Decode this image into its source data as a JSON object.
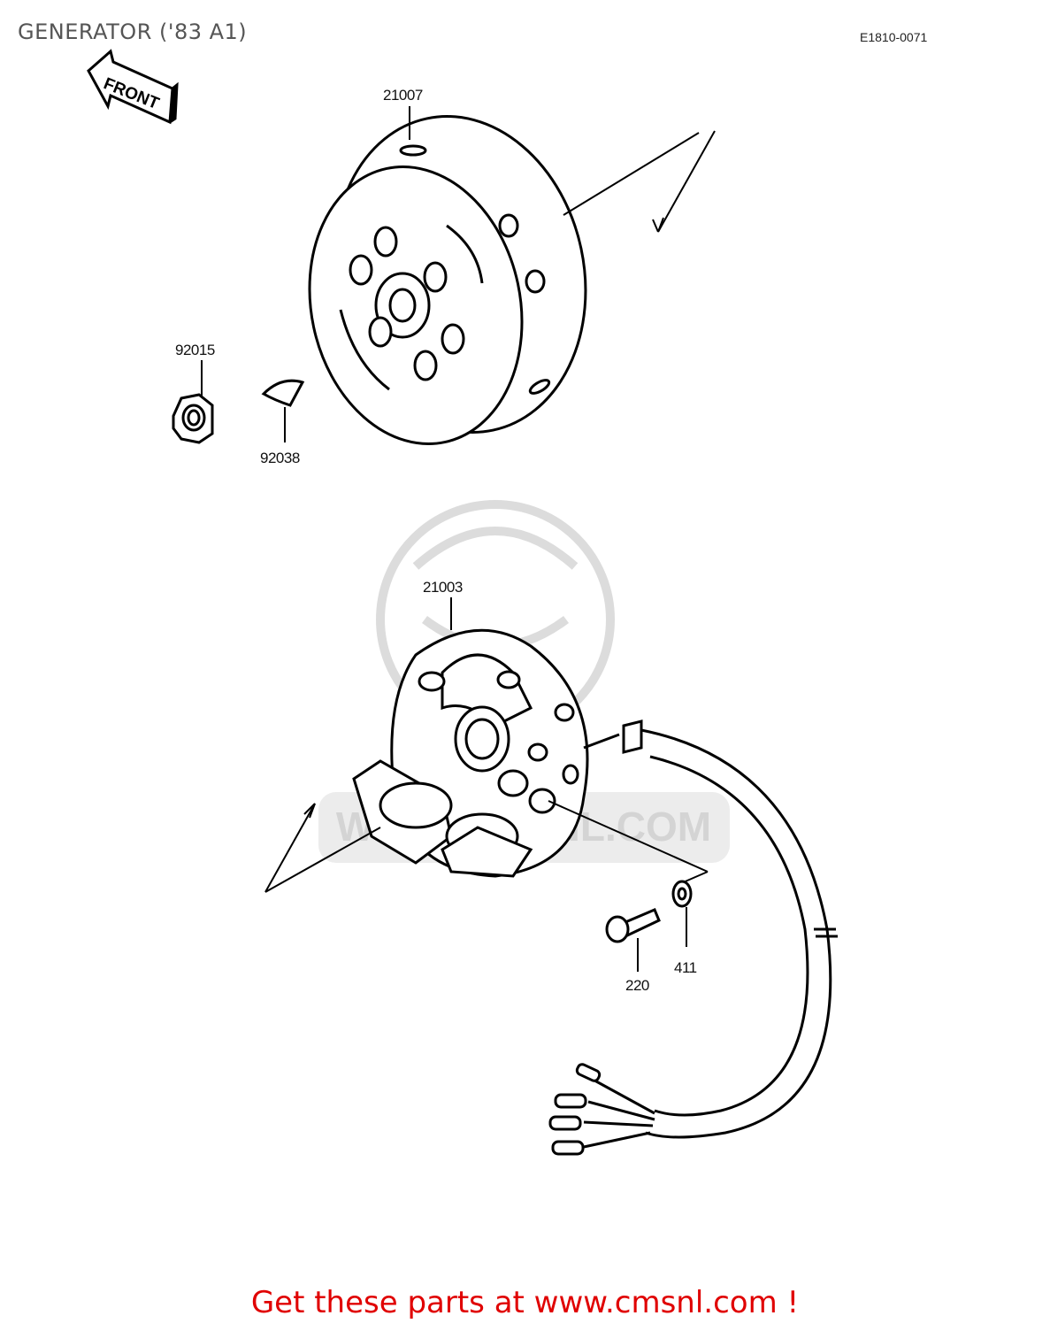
{
  "header": {
    "title": "GENERATOR ('83 A1)",
    "diagram_code": "E1810-0071"
  },
  "arrow_label": "FRONT",
  "parts": {
    "flywheel": "21007",
    "nut": "92015",
    "key": "92038",
    "stator": "21003",
    "screw": "220",
    "washer": "411"
  },
  "watermark": {
    "text": "WWW.CMSNL.COM",
    "color": "#d9d9d9"
  },
  "footer": {
    "text": "Get these parts at www.cmsnl.com !",
    "color": "#e00000"
  }
}
